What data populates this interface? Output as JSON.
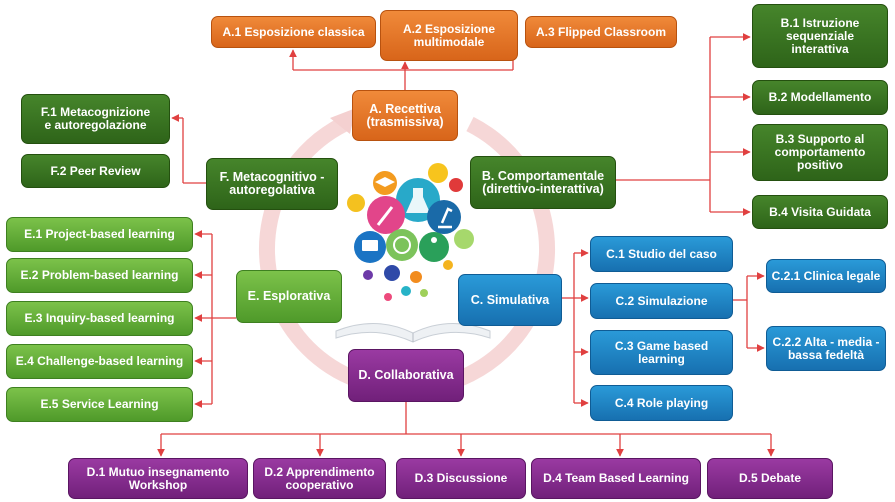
{
  "colors": {
    "orange": "#e0742a",
    "dark_green": "#3b7422",
    "light_green": "#62ad36",
    "blue": "#1f85c6",
    "purple": "#86318e",
    "connector": "#e04040",
    "cycle": "#f2c4c4"
  },
  "A": {
    "main": "A. Recettiva\n(trasmissiva)",
    "items": [
      "A.1 Esposizione classica",
      "A.2 Esposizione\nmultimodale",
      "A.3 Flipped Classroom"
    ]
  },
  "B": {
    "main": "B. Comportamentale\n(direttivo-interattiva)",
    "items": [
      "B.1 Istruzione\nsequenziale\ninterattiva",
      "B.2 Modellamento",
      "B.3 Supporto al\ncomportamento\npositivo",
      "B.4 Visita Guidata"
    ]
  },
  "C": {
    "main": "C. Simulativa",
    "items": [
      "C.1 Studio del caso",
      "C.2 Simulazione",
      "C.3 Game based\nlearning",
      "C.4 Role playing"
    ],
    "subitems": [
      "C.2.1 Clinica legale",
      "C.2.2 Alta - media -\nbassa fedeltà"
    ]
  },
  "D": {
    "main": "D. Collaborativa",
    "items": [
      "D.1 Mutuo insegnamento\nWorkshop",
      "D.2 Apprendimento\ncooperativo",
      "D.3 Discussione",
      "D.4 Team Based Learning",
      "D.5 Debate"
    ]
  },
  "E": {
    "main": "E. Esplorativa",
    "items": [
      "E.1 Project-based learning",
      "E.2 Problem-based learning",
      "E.3 Inquiry-based learning",
      "E.4 Challenge-based learning",
      "E.5 Service Learning"
    ]
  },
  "F": {
    "main": "F. Metacognitivo -\nautoregolativa",
    "items": [
      "F.1 Metacognizione\ne autoregolazione",
      "F.2 Peer Review"
    ]
  },
  "icons": [
    "graduation-cap-icon",
    "atom-icon",
    "flask-icon",
    "microscope-icon",
    "computer-icon",
    "globe-icon",
    "chemistry-icon",
    "running-person-icon",
    "paint-brush-icon",
    "music-icon",
    "open-book-icon"
  ]
}
